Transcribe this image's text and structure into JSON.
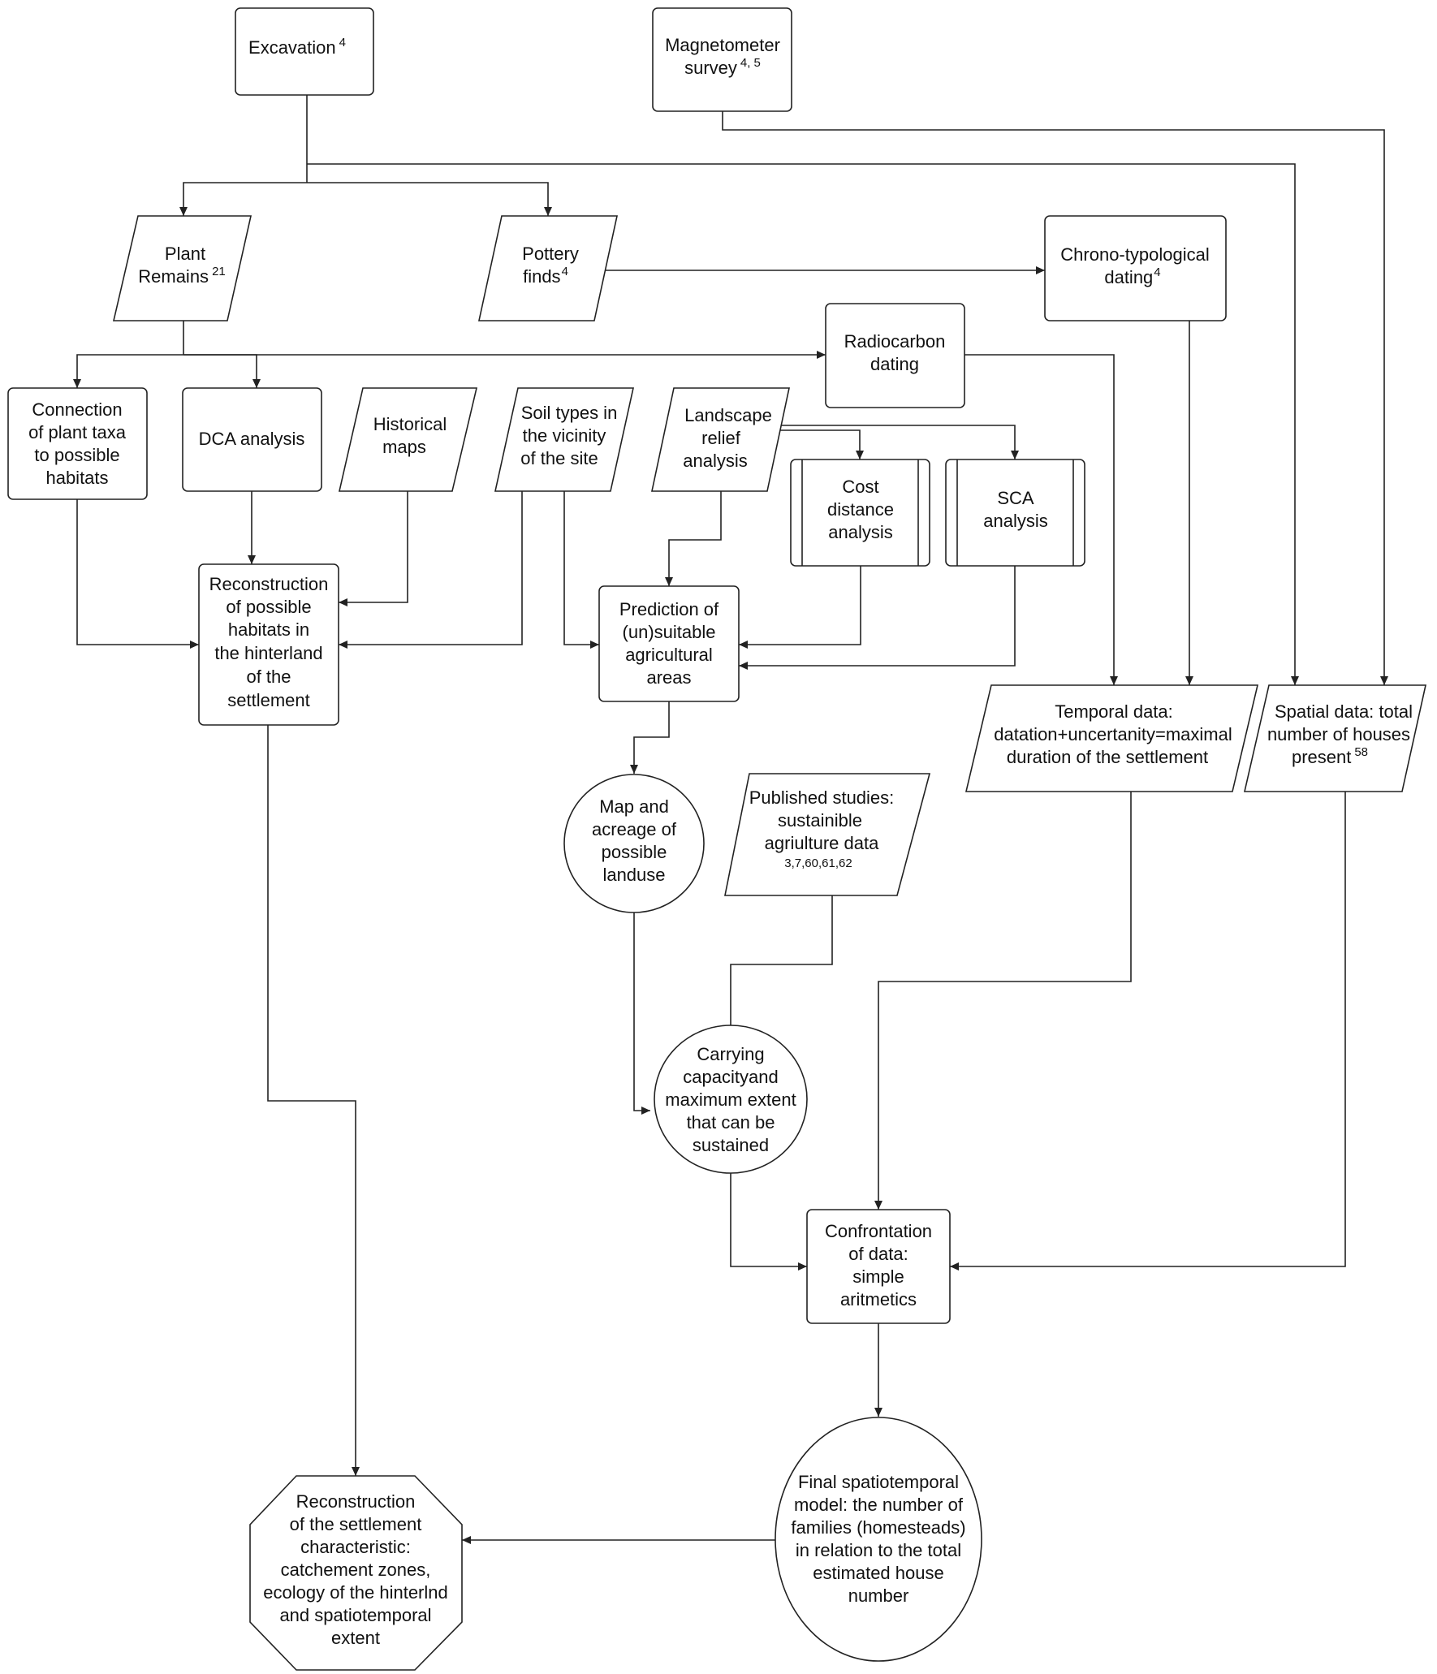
{
  "nodes": {
    "excavation": {
      "lines": [
        "Excavation"
      ],
      "sup": "4"
    },
    "magnetometer": {
      "lines": [
        "Magnetometer",
        "survey"
      ],
      "sup": "4, 5"
    },
    "plant_remains": {
      "lines": [
        "Plant",
        "Remains"
      ],
      "sup": "21"
    },
    "pottery": {
      "lines": [
        "Pottery",
        "finds"
      ],
      "sup": "4"
    },
    "chrono": {
      "lines": [
        "Chrono-typological",
        "dating"
      ],
      "sup": "4"
    },
    "radiocarbon": {
      "lines": [
        "Radiocarbon",
        "dating"
      ]
    },
    "connection": {
      "lines": [
        "Connection",
        "of plant taxa",
        "to possible",
        "habitats"
      ]
    },
    "dca": {
      "lines": [
        "DCA analysis"
      ]
    },
    "historical_maps": {
      "lines": [
        "Historical",
        "maps"
      ]
    },
    "soil_types": {
      "lines": [
        "Soil types in",
        "the vicinity",
        "of the site"
      ]
    },
    "landscape": {
      "lines": [
        "Landscape",
        "relief",
        "analysis"
      ]
    },
    "cost_distance": {
      "lines": [
        "Cost",
        "distance",
        "analysis"
      ]
    },
    "sca": {
      "lines": [
        "SCA",
        "analysis"
      ]
    },
    "reconstruction_habitats": {
      "lines": [
        "Reconstruction",
        "of possible",
        "habitats in",
        "the hinterland",
        "of the",
        "settlement"
      ]
    },
    "prediction": {
      "lines": [
        "Prediction of",
        "(un)suitable",
        "agricultural",
        "areas"
      ]
    },
    "temporal": {
      "lines": [
        "Temporal data:",
        "datation+uncertanity=maximal",
        "duration of the settlement"
      ]
    },
    "spatial": {
      "lines": [
        "Spatial data: total",
        "number of houses",
        "present"
      ],
      "sup": "58"
    },
    "map_acreage": {
      "lines": [
        "Map and",
        "acreage of",
        "possible",
        "landuse"
      ]
    },
    "published": {
      "lines": [
        "Published studies:",
        "sustainible",
        "agriulture data"
      ],
      "small": "3,7,60,61,62"
    },
    "carrying": {
      "lines": [
        "Carrying",
        "capacityand",
        "maximum extent",
        "that can be",
        "sustained"
      ]
    },
    "confrontation": {
      "lines": [
        "Confrontation",
        "of data:",
        "simple",
        "aritmetics"
      ]
    },
    "final_model": {
      "lines": [
        "Final spatiotemporal",
        "model: the number of",
        "families (homesteads)",
        "in relation to the total",
        "estimated house",
        "number"
      ]
    },
    "reconstruction_settlement": {
      "lines": [
        "Reconstruction",
        "of the settlement",
        "characteristic:",
        "catchement zones,",
        "ecology of the hinterlnd",
        "and spatiotemporal",
        "extent"
      ]
    }
  }
}
